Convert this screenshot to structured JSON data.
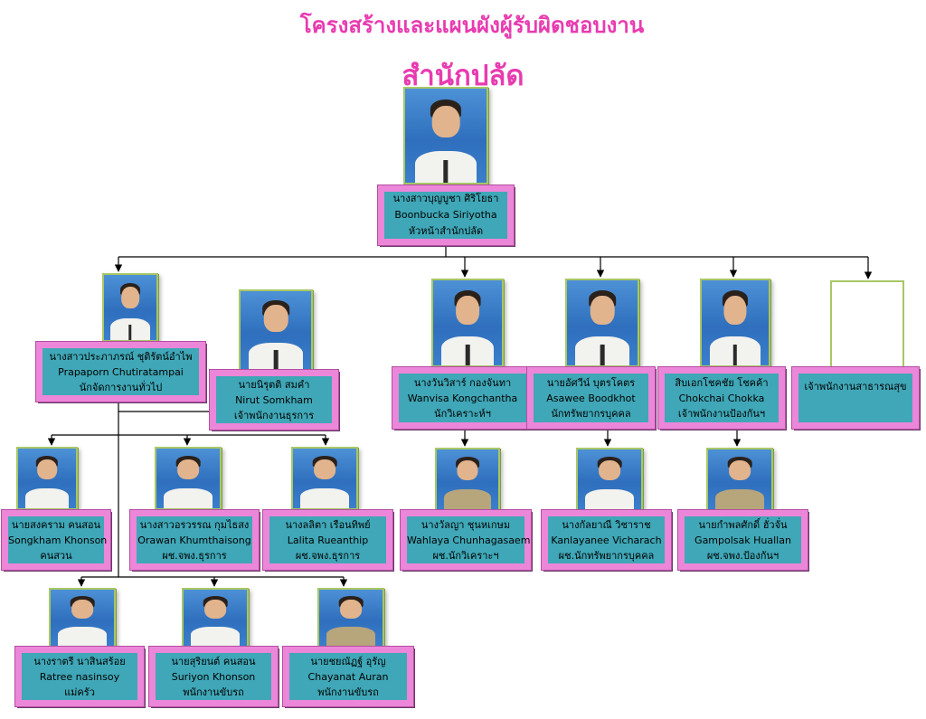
{
  "header": {
    "title": "โครงสร้างและแผนผังผู้รับผิดชอบงาน",
    "subtitle": "สำนักปลัด"
  },
  "head": {
    "th_name": "นางสาวบุญบูชา ศิริโยธา",
    "en_name": "Boonbucka Siriyotha",
    "position": "หัวหน้าสำนักปลัด"
  },
  "staff": [
    {
      "id": "prapaporn",
      "th_name": "นางสาวประภาภรณ์ ชุติรัตน์อำไพ",
      "en_name": "Prapaporn Chutiratampai",
      "position": "นักจัดการงานทั่วไป"
    },
    {
      "id": "nirut",
      "th_name": "นายนิรุตติ สมคำ",
      "en_name": "Nirut Somkham",
      "position": "เจ้าพนักงานธุรการ"
    },
    {
      "id": "wanvisa",
      "th_name": "นางวันวิสาร์ กองจันทา",
      "en_name": "Wanvisa Kongchantha",
      "position": "นักวิเคราะห์ฯ"
    },
    {
      "id": "asawee",
      "th_name": "นายอัศวีน์ บุตรโคตร",
      "en_name": "Asawee Boodkhot",
      "position": "นักทรัพยากรบุคคล"
    },
    {
      "id": "chokchai",
      "th_name": "สิบเอกโชคชัย โชคค้า",
      "en_name": "Chokchai Chokka",
      "position": "เจ้าพนักงานป้องกันฯ"
    },
    {
      "id": "vacant",
      "position": "เจ้าพนักงานสาธารณสุข"
    },
    {
      "id": "songkham",
      "th_name": "นายสงคราม คนสอน",
      "en_name": "Songkham Khonson",
      "position": "คนสวน"
    },
    {
      "id": "orawan",
      "th_name": "นางสาวอรวรรณ กุมไธสง",
      "en_name": "Orawan Khumthaisong",
      "position": "ผช.จพง.ธุรการ"
    },
    {
      "id": "lalita",
      "th_name": "นางลลิตา เรือนทิพย์",
      "en_name": "Lalita Rueanthip",
      "position": "ผช.จพง.ธุรการ"
    },
    {
      "id": "wahlaya",
      "th_name": "นางวัลญา ชุนหเกษม",
      "en_name": "Wahlaya Chunhagasaem",
      "position": "ผช.นักวิเคราะฯ"
    },
    {
      "id": "kanlayanee",
      "th_name": "นางกัลยาณี วิชาราช",
      "en_name": "Kanlayanee Vicharach",
      "position": "ผช.นักทรัพยากรบุคคล"
    },
    {
      "id": "gampolsak",
      "th_name": "นายกำพลศักดิ์ ฮั่วจั่น",
      "en_name": "Gampolsak Huallan",
      "position": "ผช.จพง.ป้องกันฯ"
    },
    {
      "id": "ratree",
      "th_name": "นางราตรี นาสินสร้อย",
      "en_name": "Ratree nasinsoy",
      "position": "แม่ครัว"
    },
    {
      "id": "suriyon",
      "th_name": "นายสุริยนต์ คนสอน",
      "en_name": "Suriyon Khonson",
      "position": "พนักงานขับรถ"
    },
    {
      "id": "chayanat",
      "th_name": "นายชยณัฏฐ์ อุรัญ",
      "en_name": "Chayanat Auran",
      "position": "พนักงานขับรถ"
    }
  ],
  "colors": {
    "title": "#e83bb0",
    "card_fill": "#3fa7b7",
    "card_border": "#ec86d8",
    "photo_frame": "#a8c765"
  }
}
